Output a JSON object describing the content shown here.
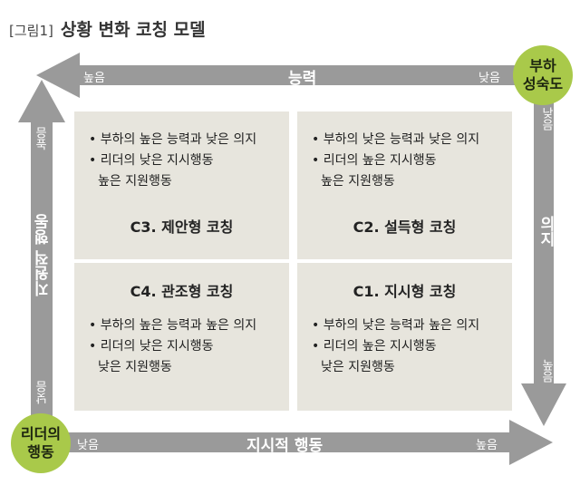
{
  "title": {
    "figure_label": "[그림1]",
    "text": "상황 변화 코칭 모델"
  },
  "top_axis": {
    "label": "능력",
    "left": "높음",
    "right": "낮음"
  },
  "bottom_axis": {
    "label": "지시적 행동",
    "left": "낮음",
    "right": "높음"
  },
  "left_axis": {
    "label": "지원적 행동",
    "top": "높음",
    "bottom": "낮음"
  },
  "right_axis": {
    "label": "의지",
    "top": "낮음",
    "bottom": "높음"
  },
  "circle_top_right": {
    "line1": "부하",
    "line2": "성숙도"
  },
  "circle_bottom_left": {
    "line1": "리더의",
    "line2": "행동"
  },
  "quadrants": {
    "c3": {
      "title": "C3. 제안형 코칭",
      "line1": "부하의 높은 능력과 낮은 의지",
      "line2": "리더의 낮은 지시행동",
      "line3": "높은 지원행동"
    },
    "c2": {
      "title": "C2. 설득형 코칭",
      "line1": "부하의 낮은 능력과 낮은 의지",
      "line2": "리더의 높은 지시행동",
      "line3": "높은 지원행동"
    },
    "c4": {
      "title": "C4. 관조형 코칭",
      "line1": "부하의 높은 능력과 높은 의지",
      "line2": "리더의 낮은 지시행동",
      "line3": "낮은 지원행동"
    },
    "c1": {
      "title": "C1. 지시형 코칭",
      "line1": "부하의 낮은 능력과 높은 의지",
      "line2": "리더의 높은 지시행동",
      "line3": "낮은 지원행동"
    }
  },
  "colors": {
    "arrow": "#9a9a9a",
    "circle": "#a9c94a",
    "quadrant": "#e7e5dd"
  }
}
